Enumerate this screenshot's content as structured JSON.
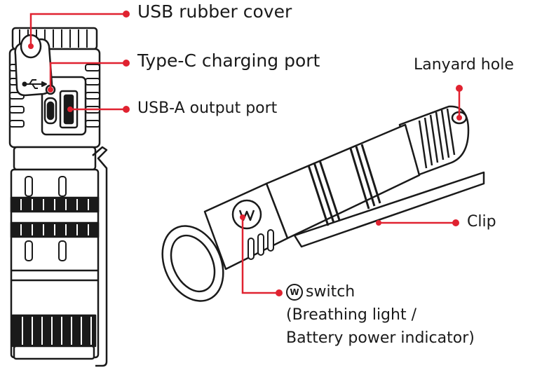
{
  "callouts": {
    "usb_cover": "USB rubber cover",
    "typec_port": "Type-C charging port",
    "usba_port": "USB-A output port",
    "lanyard_hole": "Lanyard hole",
    "clip": "Clip",
    "switch_badge": "W",
    "switch_label": "switch",
    "switch_desc_1": "(Breathing light /",
    "switch_desc_2": "Battery power indicator)"
  },
  "colors": {
    "leader": "#e02230",
    "outline": "#1a1a1a",
    "body_fill": "#ffffff",
    "knurl": "#222222"
  },
  "icons": [
    "usb-icon",
    "w-logo-icon"
  ]
}
